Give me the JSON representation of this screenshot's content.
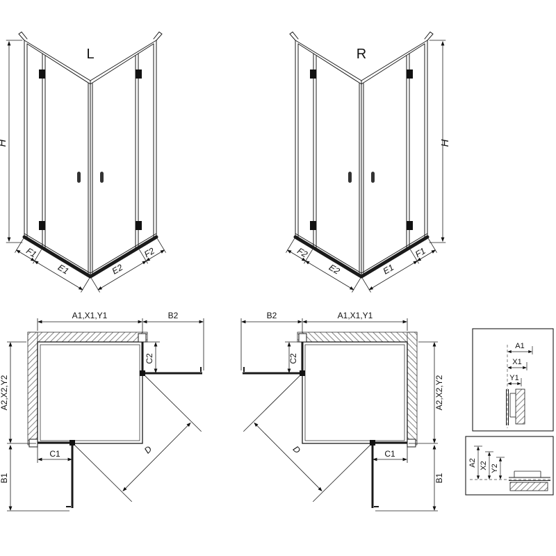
{
  "front_views": {
    "left": {
      "variant": "L",
      "height": "H",
      "bottom_dims": {
        "near_wall_left": "F1",
        "door_left": "E1",
        "door_right": "E2",
        "near_wall_right": "F2"
      }
    },
    "right": {
      "variant": "R",
      "height": "H",
      "bottom_dims": {
        "near_wall_left": "F2",
        "door_left": "E2",
        "door_right": "E1",
        "near_wall_right": "F1"
      }
    }
  },
  "plan_views": {
    "left": {
      "width": "A1,X1,Y1",
      "door_projection_top": "B2",
      "fixed_right": "C2",
      "depth": "A2,X2,Y2",
      "fixed_bottom": "C1",
      "door_projection_side": "B1",
      "diagonal": "D"
    },
    "right": {
      "door_projection_top": "B2",
      "width": "A1,X1,Y1",
      "fixed_left": "C2",
      "depth": "A2,X2,Y2",
      "fixed_bottom": "C1",
      "door_projection_side": "B1",
      "diagonal": "D"
    }
  },
  "details": {
    "wall_profile": {
      "a": "A1",
      "x": "X1",
      "y": "Y1"
    },
    "bottom_profile": {
      "a": "A2",
      "x": "X2",
      "y": "Y2"
    }
  }
}
